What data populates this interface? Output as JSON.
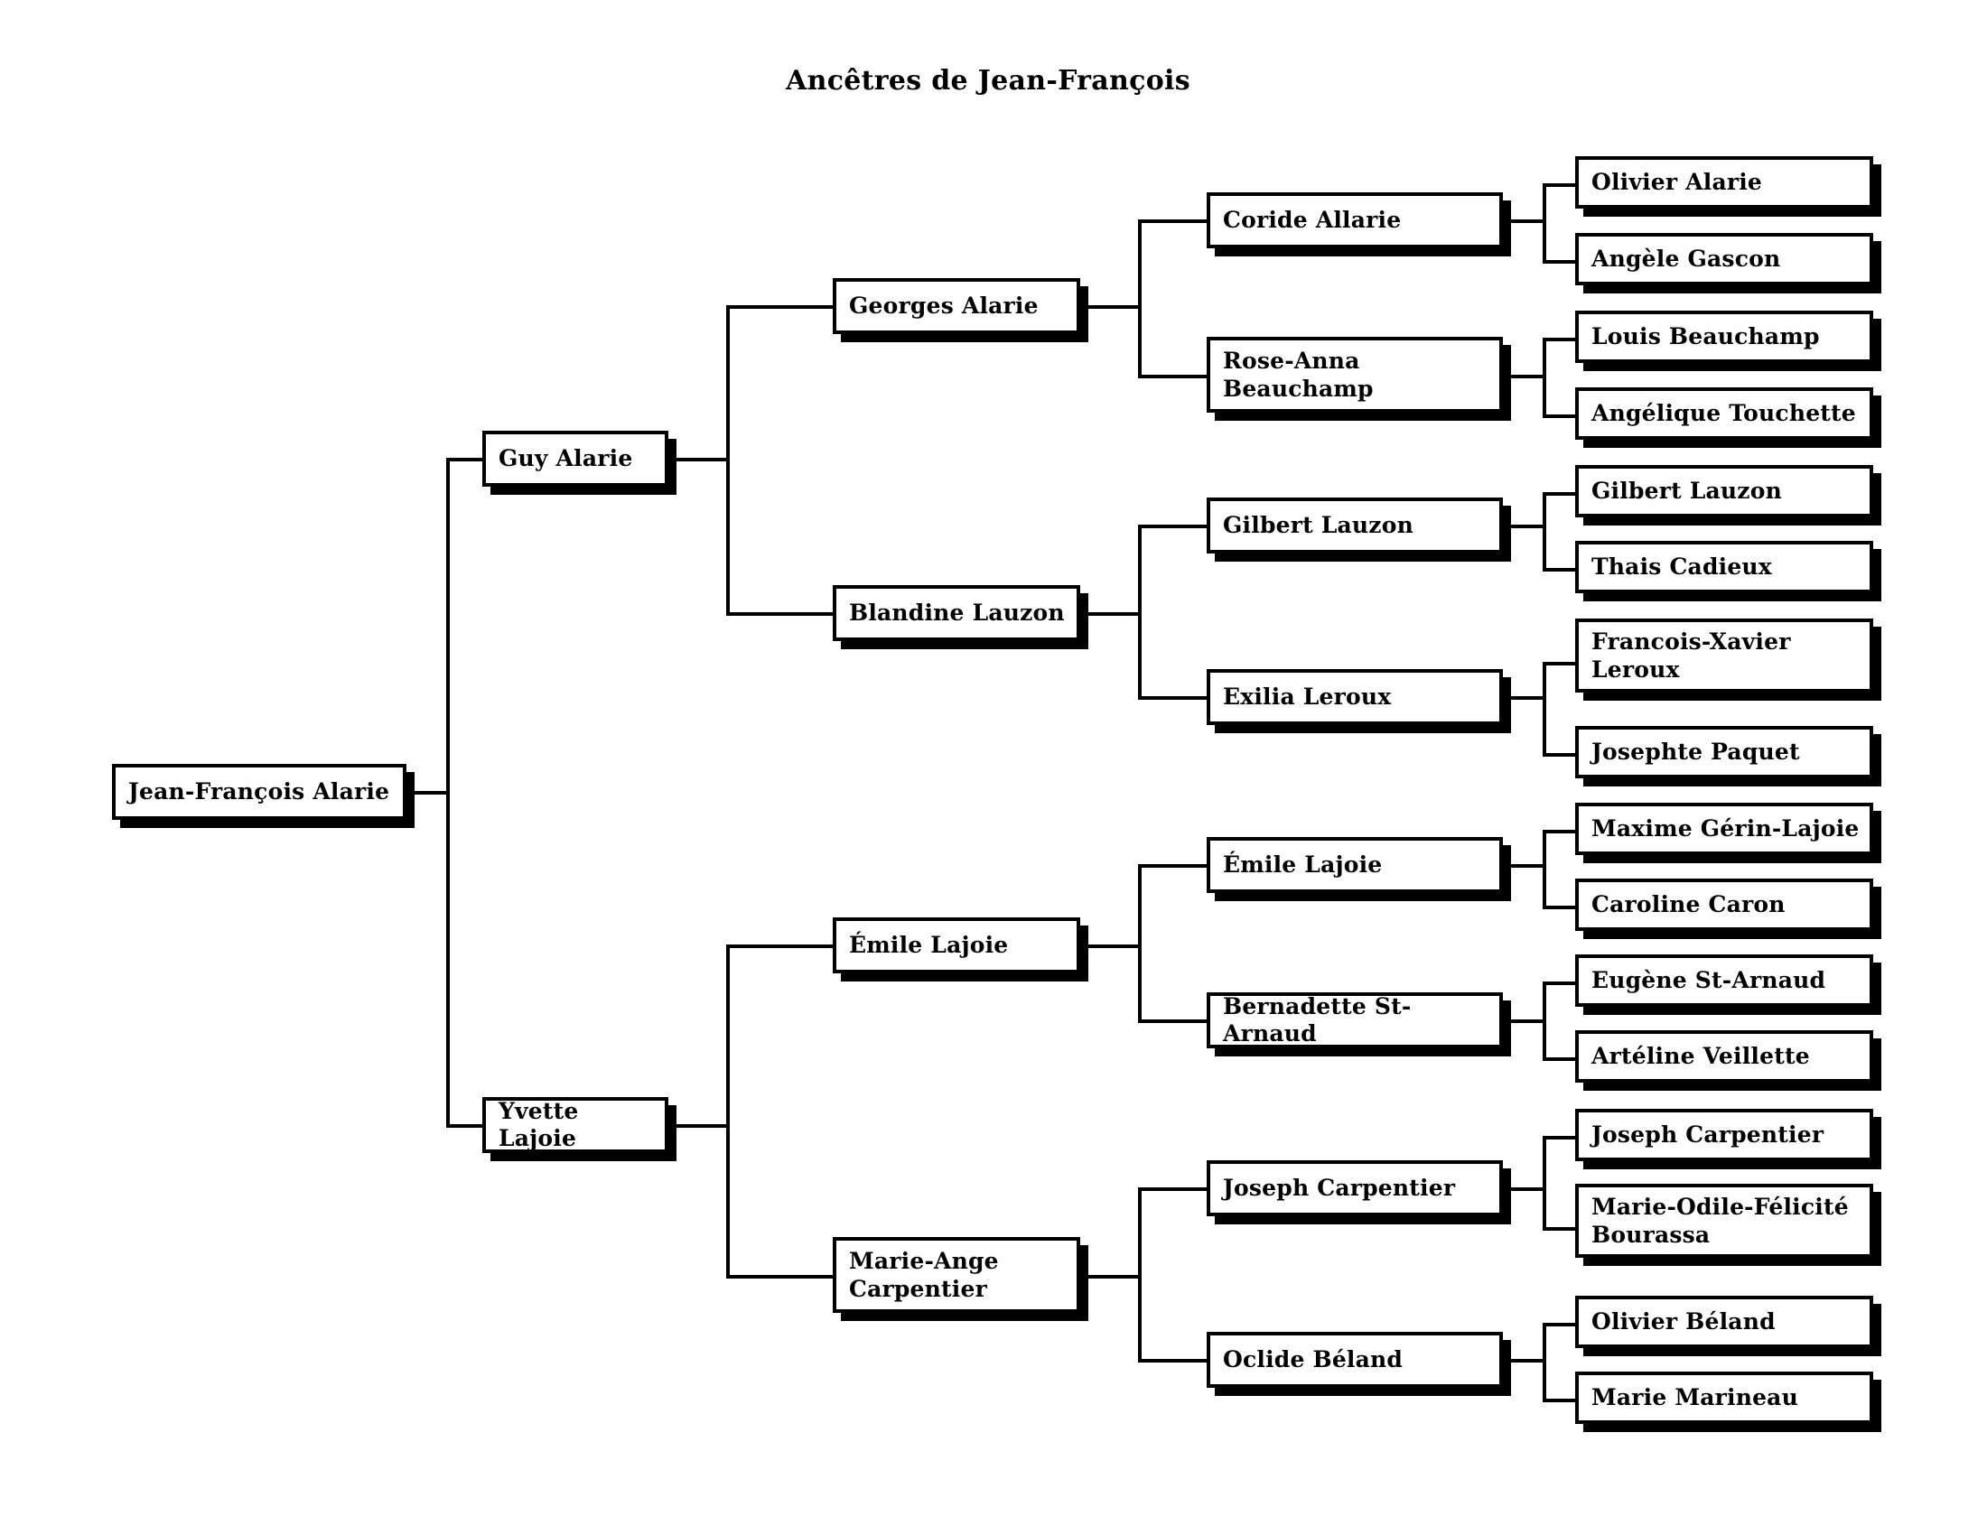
{
  "chart": {
    "title": "Ancêtres de Jean-François",
    "type": "ancestor-pedigree-tree",
    "generations": 5,
    "colors": {
      "background": "#ffffff",
      "box_fill": "#ffffff",
      "box_border": "#000000",
      "shadow": "#000000",
      "text": "#000000",
      "connector": "#000000"
    }
  },
  "nodes": {
    "root": {
      "name": "Jean-François Alarie",
      "generation": 0
    },
    "gen1": [
      {
        "name": "Guy Alarie",
        "generation": 1
      },
      {
        "name": "Yvette Lajoie",
        "generation": 1
      }
    ],
    "gen2": [
      {
        "name": "Georges Alarie",
        "generation": 2
      },
      {
        "name": "Blandine Lauzon",
        "generation": 2
      },
      {
        "name": "Émile Lajoie",
        "generation": 2
      },
      {
        "name": "Marie-Ange Carpentier",
        "generation": 2,
        "line1": "Marie-Ange",
        "line2": "Carpentier"
      }
    ],
    "gen3": [
      {
        "name": "Coride Allarie",
        "generation": 3
      },
      {
        "name": "Rose-Anna Beauchamp",
        "generation": 3,
        "line1": "Rose-Anna",
        "line2": "Beauchamp"
      },
      {
        "name": "Gilbert Lauzon",
        "generation": 3
      },
      {
        "name": "Exilia Leroux",
        "generation": 3
      },
      {
        "name": "Émile Lajoie",
        "generation": 3
      },
      {
        "name": "Bernadette St-Arnaud",
        "generation": 3
      },
      {
        "name": "Joseph Carpentier",
        "generation": 3
      },
      {
        "name": "Oclide Béland",
        "generation": 3
      }
    ],
    "gen4": [
      {
        "name": "Olivier Alarie",
        "generation": 4
      },
      {
        "name": "Angèle Gascon",
        "generation": 4
      },
      {
        "name": "Louis Beauchamp",
        "generation": 4
      },
      {
        "name": "Angélique Touchette",
        "generation": 4
      },
      {
        "name": "Gilbert Lauzon",
        "generation": 4
      },
      {
        "name": "Thais Cadieux",
        "generation": 4
      },
      {
        "name": "Francois-Xavier Leroux",
        "generation": 4,
        "line1": "Francois-Xavier",
        "line2": "Leroux"
      },
      {
        "name": "Josephte Paquet",
        "generation": 4
      },
      {
        "name": "Maxime Gérin-Lajoie",
        "generation": 4
      },
      {
        "name": "Caroline Caron",
        "generation": 4
      },
      {
        "name": "Eugène St-Arnaud",
        "generation": 4
      },
      {
        "name": "Artéline Veillette",
        "generation": 4
      },
      {
        "name": "Joseph Carpentier",
        "generation": 4
      },
      {
        "name": "Marie-Odile-Félicité Bourassa",
        "generation": 4,
        "line1": "Marie-Odile-Félicité",
        "line2": "Bourassa"
      },
      {
        "name": "Olivier Béland",
        "generation": 4
      },
      {
        "name": "Marie Marineau",
        "generation": 4
      }
    ]
  }
}
